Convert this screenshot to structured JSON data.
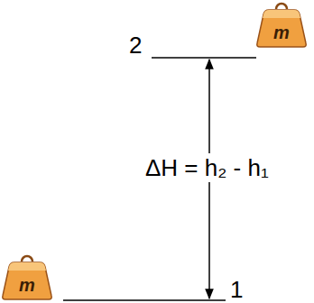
{
  "diagram": {
    "labels": [
      "m",
      "2",
      "ΔH = h₂ - h₁",
      "m",
      "1"
    ]
  }
}
